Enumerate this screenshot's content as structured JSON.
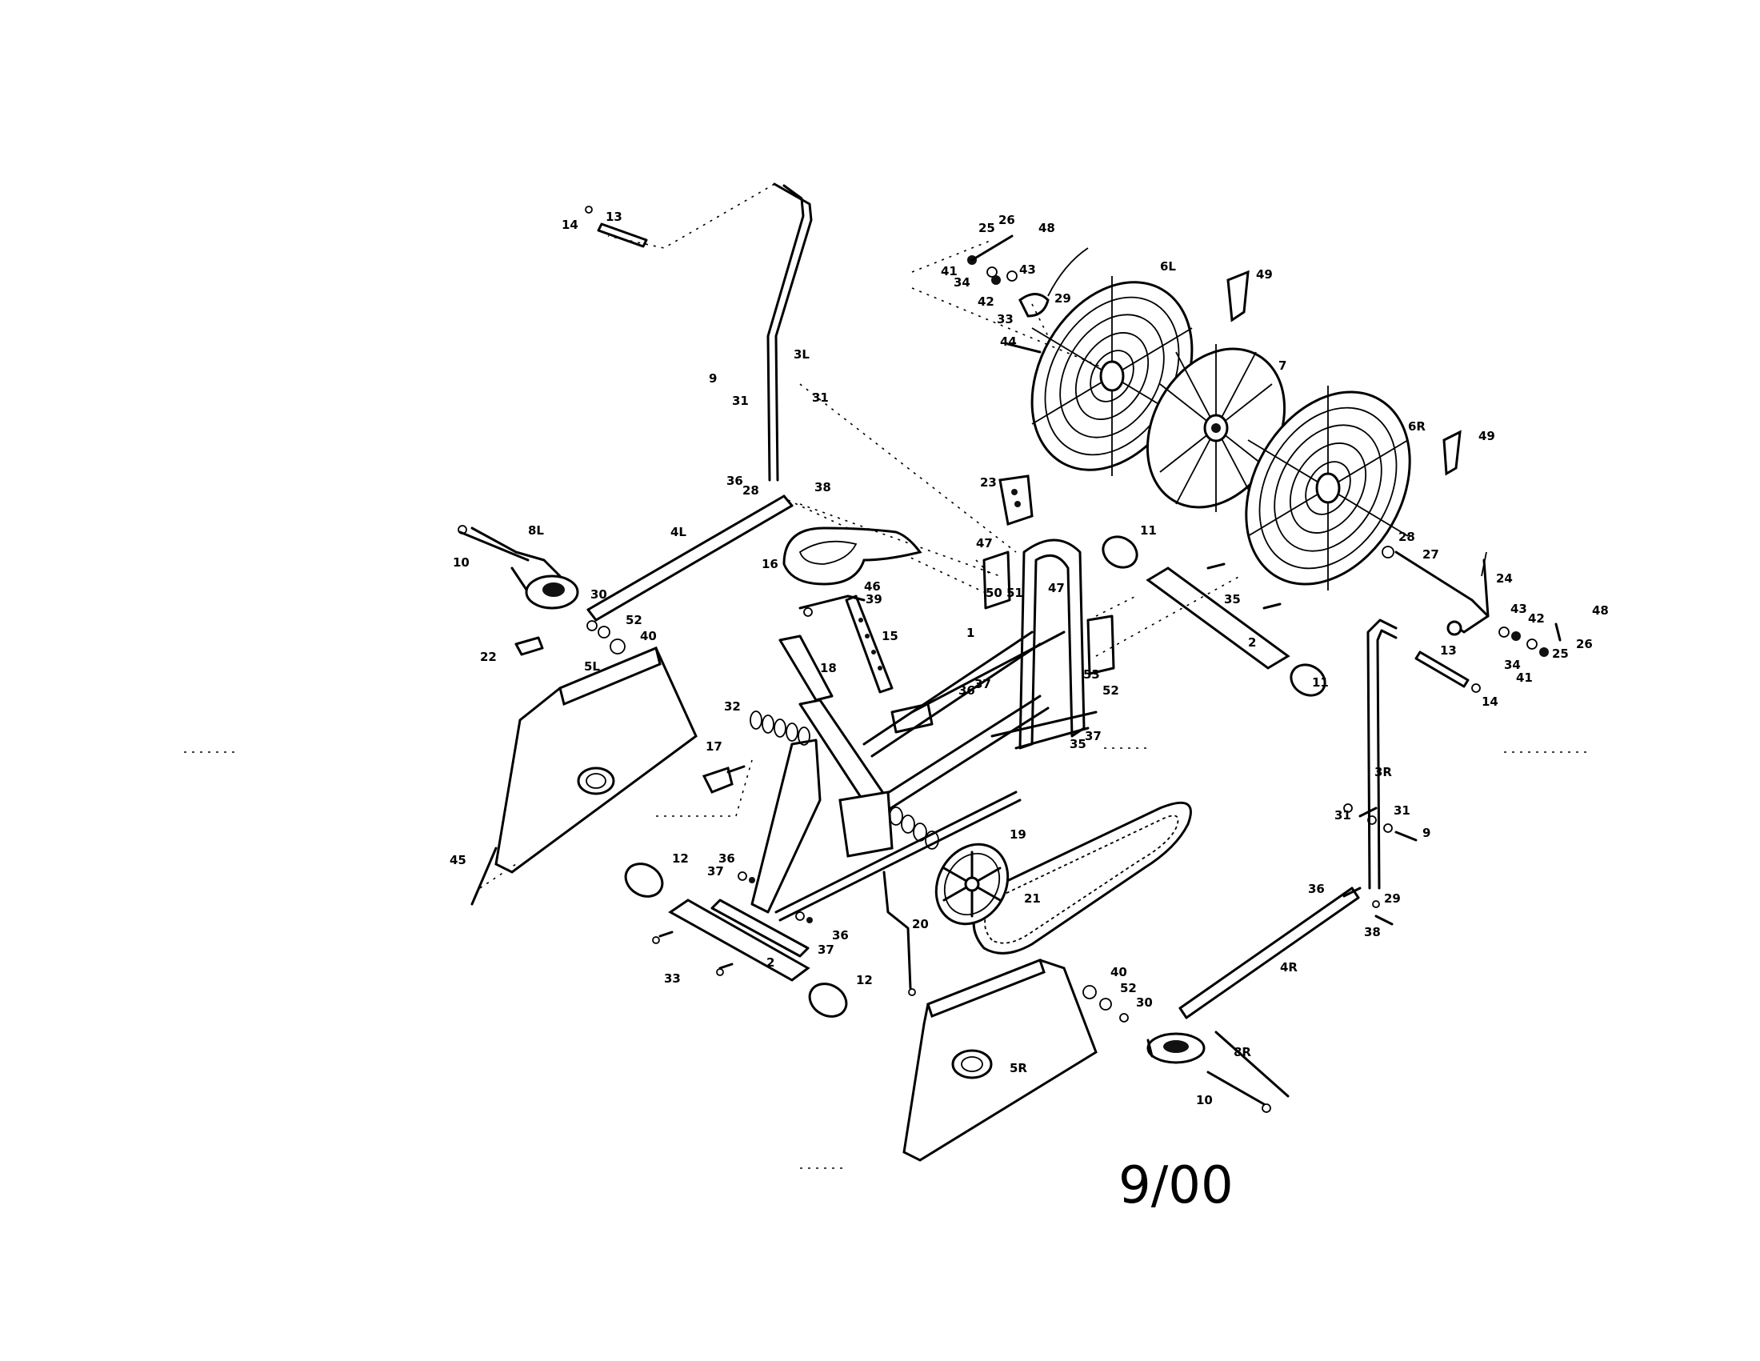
{
  "diagram": {
    "date_code": "9/00",
    "parts": {
      "p14_top": "14",
      "p13_top": "13",
      "p9_top": "9",
      "p31_a": "31",
      "p31_b": "31",
      "p3L": "3L",
      "p36_top": "36",
      "p28_top": "28",
      "p38_top": "38",
      "p4L": "4L",
      "p8L": "8L",
      "p10_left": "10",
      "p30_left": "30",
      "p52_left": "52",
      "p40_left": "40",
      "p22_left": "22",
      "p5L": "5L",
      "p45": "45",
      "p16": "16",
      "p46": "46",
      "p39": "39",
      "p15": "15",
      "p18": "18",
      "p32": "32",
      "p17": "17",
      "p23": "23",
      "p47_a": "47",
      "p47_b": "47",
      "p50": "50",
      "p51": "51",
      "p1": "1",
      "p36_mid": "36",
      "p37_mid": "37",
      "p35_mid": "35",
      "p37_mid2": "37",
      "p53": "53",
      "p52_mid": "52",
      "p25_top": "25",
      "p26_top": "26",
      "p48_top": "48",
      "p41_top": "41",
      "p34_top": "34",
      "p43_top": "43",
      "p42_top": "42",
      "p33_top": "33",
      "p29_top": "29",
      "p44": "44",
      "p6L": "6L",
      "p49_top": "49",
      "p7": "7",
      "p6R": "6R",
      "p49_right": "49",
      "p11_top": "11",
      "p35_right": "35",
      "p2_right": "2",
      "p11_bottom": "11",
      "p28_right": "28",
      "p27": "27",
      "p24": "24",
      "p43_right": "43",
      "p42_right": "42",
      "p48_right": "48",
      "p34_right": "34",
      "p41_right": "41",
      "p25_right": "25",
      "p26_right": "26",
      "p13_right": "13",
      "p14_right": "14",
      "p3R": "3R",
      "p31_c": "31",
      "p31_d": "31",
      "p9_right": "9",
      "p36_right": "36",
      "p29_right": "29",
      "p38_right": "38",
      "p4R": "4R",
      "p40_right": "40",
      "p52_right": "52",
      "p30_right": "30",
      "p8R": "8R",
      "p10_right": "10",
      "p5R": "5R",
      "p12_top": "12",
      "p36_low": "36",
      "p37_low": "37",
      "p33_low": "33",
      "p2_low": "2",
      "p36_low2": "36",
      "p37_low2": "37",
      "p12_low": "12",
      "p20": "20",
      "p19": "19",
      "p21": "21"
    }
  }
}
